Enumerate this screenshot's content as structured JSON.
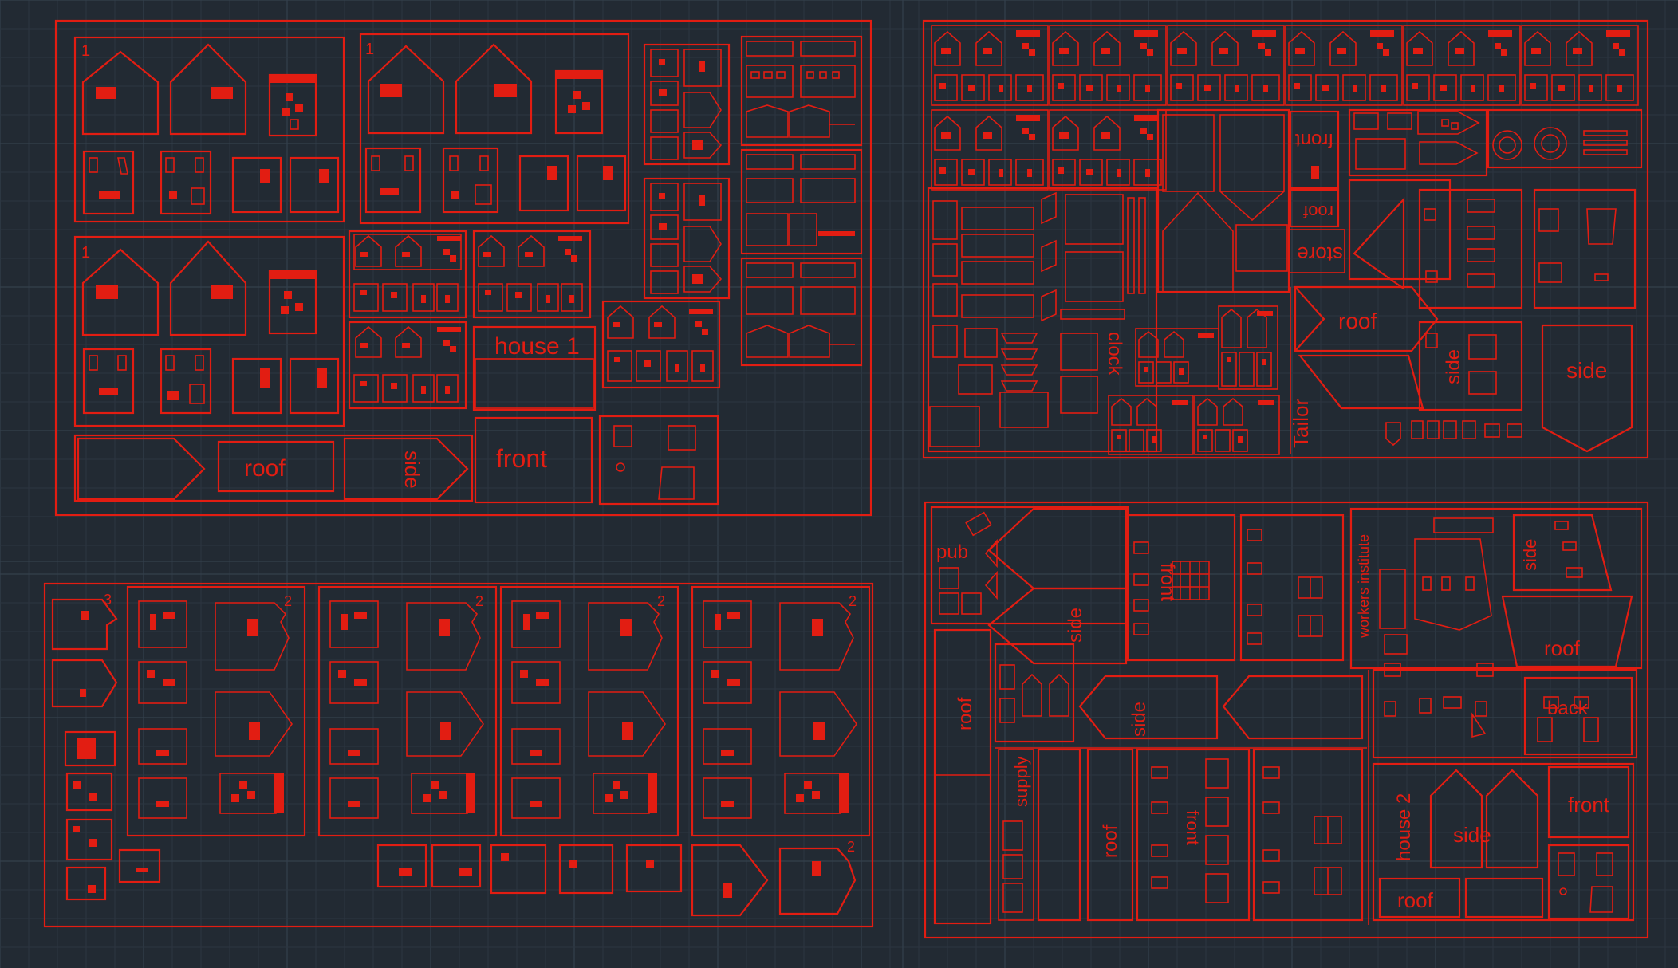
{
  "colors": {
    "background": "#222a33",
    "line": "#e21d12",
    "grid": "#2c3540"
  },
  "sheet1": {
    "numbers": [
      "1",
      "1",
      "1"
    ],
    "labels": {
      "house": "house 1",
      "roof": "roof",
      "side": "side",
      "front": "front"
    }
  },
  "sheet2": {
    "labels": {
      "front": "front",
      "roof_mirrored": "roof",
      "store": "store",
      "roof": "roof",
      "clock": "clock",
      "tailor": "Tailor",
      "side_a": "side",
      "side_b": "side"
    }
  },
  "sheet3": {
    "numbers": [
      "3",
      "2",
      "2",
      "2",
      "2",
      "2"
    ]
  },
  "sheet4": {
    "labels": {
      "pub": "pub",
      "front_a": "front",
      "side_a": "side",
      "workers": "workers institute",
      "side_b": "side",
      "roof_a": "roof",
      "roof_b": "roof",
      "back": "back",
      "side_c": "side",
      "supply": "supply",
      "roof_c": "roof",
      "front_b": "front",
      "house2": "house 2",
      "side_d": "side",
      "front_c": "front",
      "roof_d": "roof"
    }
  }
}
